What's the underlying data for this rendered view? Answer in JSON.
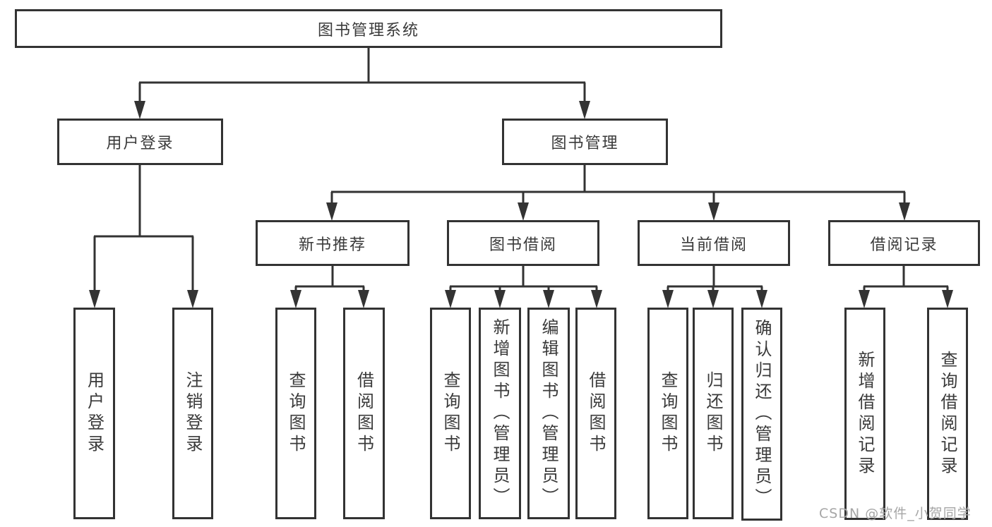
{
  "tree": {
    "label": "图书管理系统",
    "children": [
      {
        "label": "用户登录",
        "children": [
          {
            "label": "用户登录"
          },
          {
            "label": "注销登录"
          }
        ]
      },
      {
        "label": "图书管理",
        "children": [
          {
            "label": "新书推荐",
            "children": [
              {
                "label": "查询图书"
              },
              {
                "label": "借阅图书"
              }
            ]
          },
          {
            "label": "图书借阅",
            "children": [
              {
                "label": "查询图书"
              },
              {
                "label": "新增图书（管理员）"
              },
              {
                "label": "编辑图书（管理员）"
              },
              {
                "label": "借阅图书"
              }
            ]
          },
          {
            "label": "当前借阅",
            "children": [
              {
                "label": "查询图书"
              },
              {
                "label": "归还图书"
              },
              {
                "label": "确认归还（管理员）"
              }
            ]
          },
          {
            "label": "借阅记录",
            "children": [
              {
                "label": "新增借阅记录"
              },
              {
                "label": "查询借阅记录"
              }
            ]
          }
        ]
      }
    ]
  },
  "watermark": {
    "text": "CSDN @软件_小贺同学"
  },
  "colors": {
    "line": "#333333",
    "text": "#3a3a3a",
    "background": "#ffffff",
    "watermark": "#a6a6a6"
  }
}
